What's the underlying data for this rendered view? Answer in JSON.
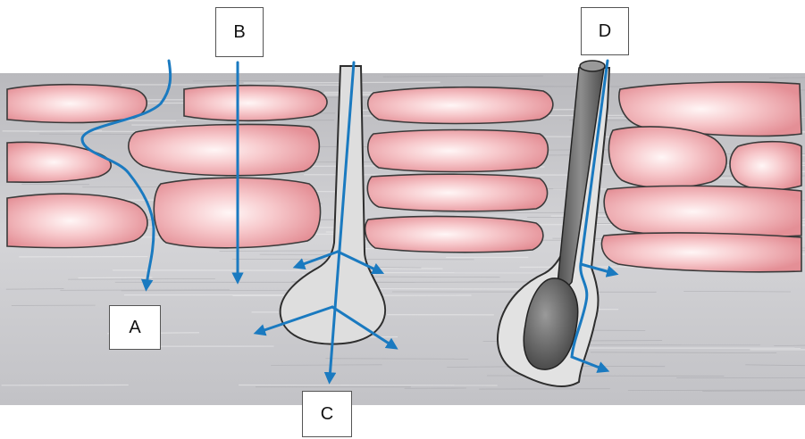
{
  "labels": {
    "a": "A",
    "b": "B",
    "c": "C",
    "d": "D"
  },
  "colors": {
    "skin": "#c9c9cc",
    "cell": "#f2b3b7",
    "cell_center": "#fff3f3",
    "outline": "#3a3a3a",
    "arrow": "#1a7ac0",
    "follicle": "#dcdcdc",
    "hair": "#6e6e6e"
  }
}
